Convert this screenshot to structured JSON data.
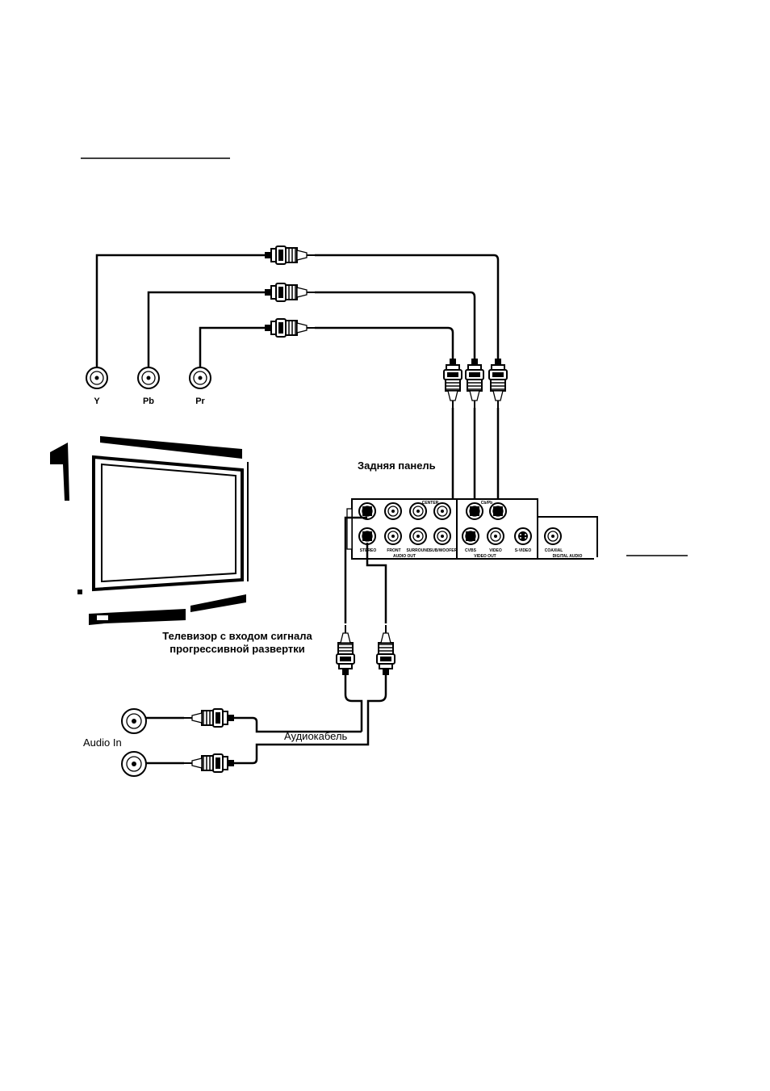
{
  "tv_inputs": [
    {
      "label": "Y"
    },
    {
      "label": "Pb"
    },
    {
      "label": "Pr"
    }
  ],
  "rear_panel_label": "Задняя панель",
  "tv_label": {
    "line1": "Телевизор с входом сигнала",
    "line2": "прогрессивной развертки"
  },
  "audio_in_label": "Audio In",
  "audio_cable_label": "Аудиокабель",
  "panel": {
    "audio_out_label": "AUDIO OUT",
    "video_out_label": "VIDEO OUT",
    "digital_audio_label": "DIGITAL AUDIO",
    "jack_labels": {
      "stereo": "STEREO",
      "front": "FRONT",
      "surround": "SURROUND",
      "subwoofer": "SUB/WOOFER",
      "center": "CENTER",
      "cvbs": "CVBS",
      "video": "VIDEO",
      "svideo": "S-VIDEO",
      "coaxial": "COAXIAL",
      "ypbpr": "Cb/Pb"
    }
  },
  "colors": {
    "ink": "#000000",
    "paper": "#ffffff"
  }
}
